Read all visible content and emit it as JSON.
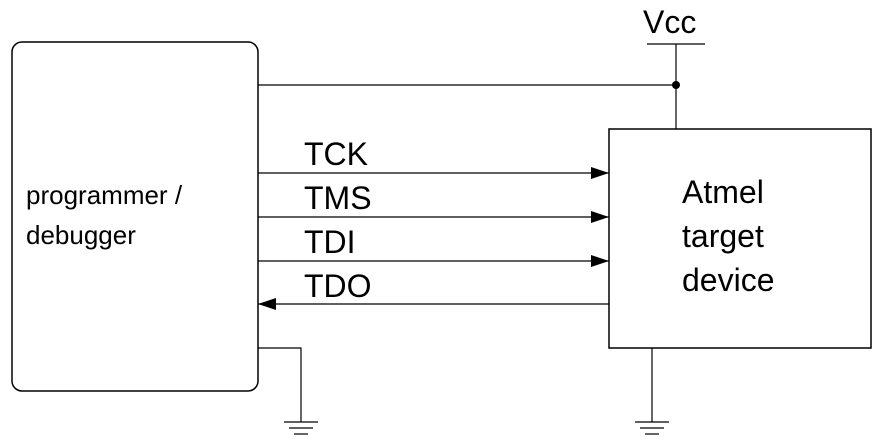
{
  "programmer": {
    "line1": "programmer /",
    "line2": "debugger"
  },
  "target": {
    "line1": "Atmel",
    "line2": "target",
    "line3": "device"
  },
  "power": {
    "label": "Vcc"
  },
  "signals": [
    {
      "name": "TCK",
      "direction": "to-target"
    },
    {
      "name": "TMS",
      "direction": "to-target"
    },
    {
      "name": "TDI",
      "direction": "to-target"
    },
    {
      "name": "TDO",
      "direction": "to-programmer"
    }
  ],
  "colors": {
    "stroke": "#000000",
    "background": "#ffffff"
  },
  "icons": [
    "ground-symbol",
    "junction-dot",
    "arrowhead"
  ]
}
